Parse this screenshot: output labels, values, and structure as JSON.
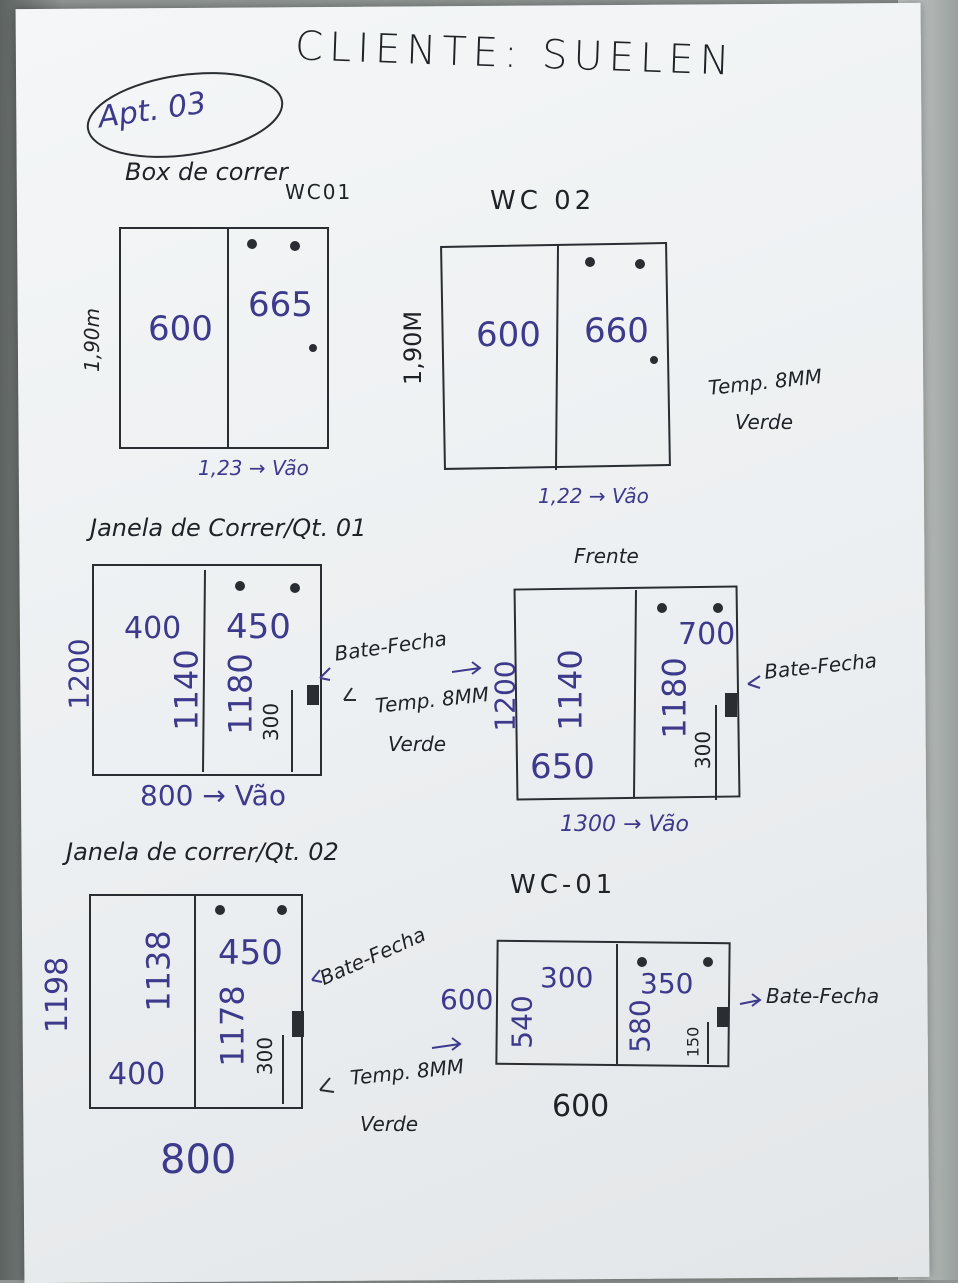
{
  "header": {
    "client": "CLIENTE: SUELEN",
    "apartment": "Apt. 03",
    "subtitle": "Box de correr"
  },
  "wc01_box": {
    "label": "WC01",
    "height": "1,90m",
    "left_panel": "600",
    "right_panel": "665",
    "span": "1,23 → Vão"
  },
  "wc02_box": {
    "label": "WC 02",
    "height": "1,90M",
    "left_panel": "600",
    "right_panel": "660",
    "span": "1,22 → Vão",
    "glass_note_1": "Temp. 8MM",
    "glass_note_2": "Verde"
  },
  "janela_01": {
    "label": "Janela de Correr/Qt. 01",
    "height": "1200",
    "top_left": "400",
    "top_right": "450",
    "left_height": "1140",
    "right_height": "1180",
    "latch_height": "300",
    "latch": "Bate-Fecha",
    "glass_note_1": "Temp. 8MM",
    "glass_note_2": "Verde",
    "span": "800 → Vão"
  },
  "frente": {
    "label": "Frente",
    "height": "1200",
    "left_height": "1140",
    "right_height": "1180",
    "top_right": "700",
    "bottom_left": "650",
    "latch_height": "300",
    "latch": "Bate-Fecha",
    "span": "1300 → Vão"
  },
  "janela_02": {
    "label": "Janela de correr/Qt. 02",
    "height": "1198",
    "left_height": "1138",
    "right_height": "1178",
    "top_right": "450",
    "bottom_left": "400",
    "latch_height": "300",
    "latch": "Bate-Fecha",
    "glass_note_1": "Temp. 8MM",
    "glass_note_2": "Verde",
    "width": "800"
  },
  "wc01_window": {
    "label": "WC-01",
    "outer_height": "600",
    "top_left": "300",
    "top_right": "350",
    "left_height": "540",
    "right_height": "580",
    "latch_height": "150",
    "latch": "Bate-Fecha",
    "width": "600"
  },
  "colors": {
    "pencil": "#1f2226",
    "pen_blue": "#3d3a8c",
    "paper": "#eef0f2"
  }
}
